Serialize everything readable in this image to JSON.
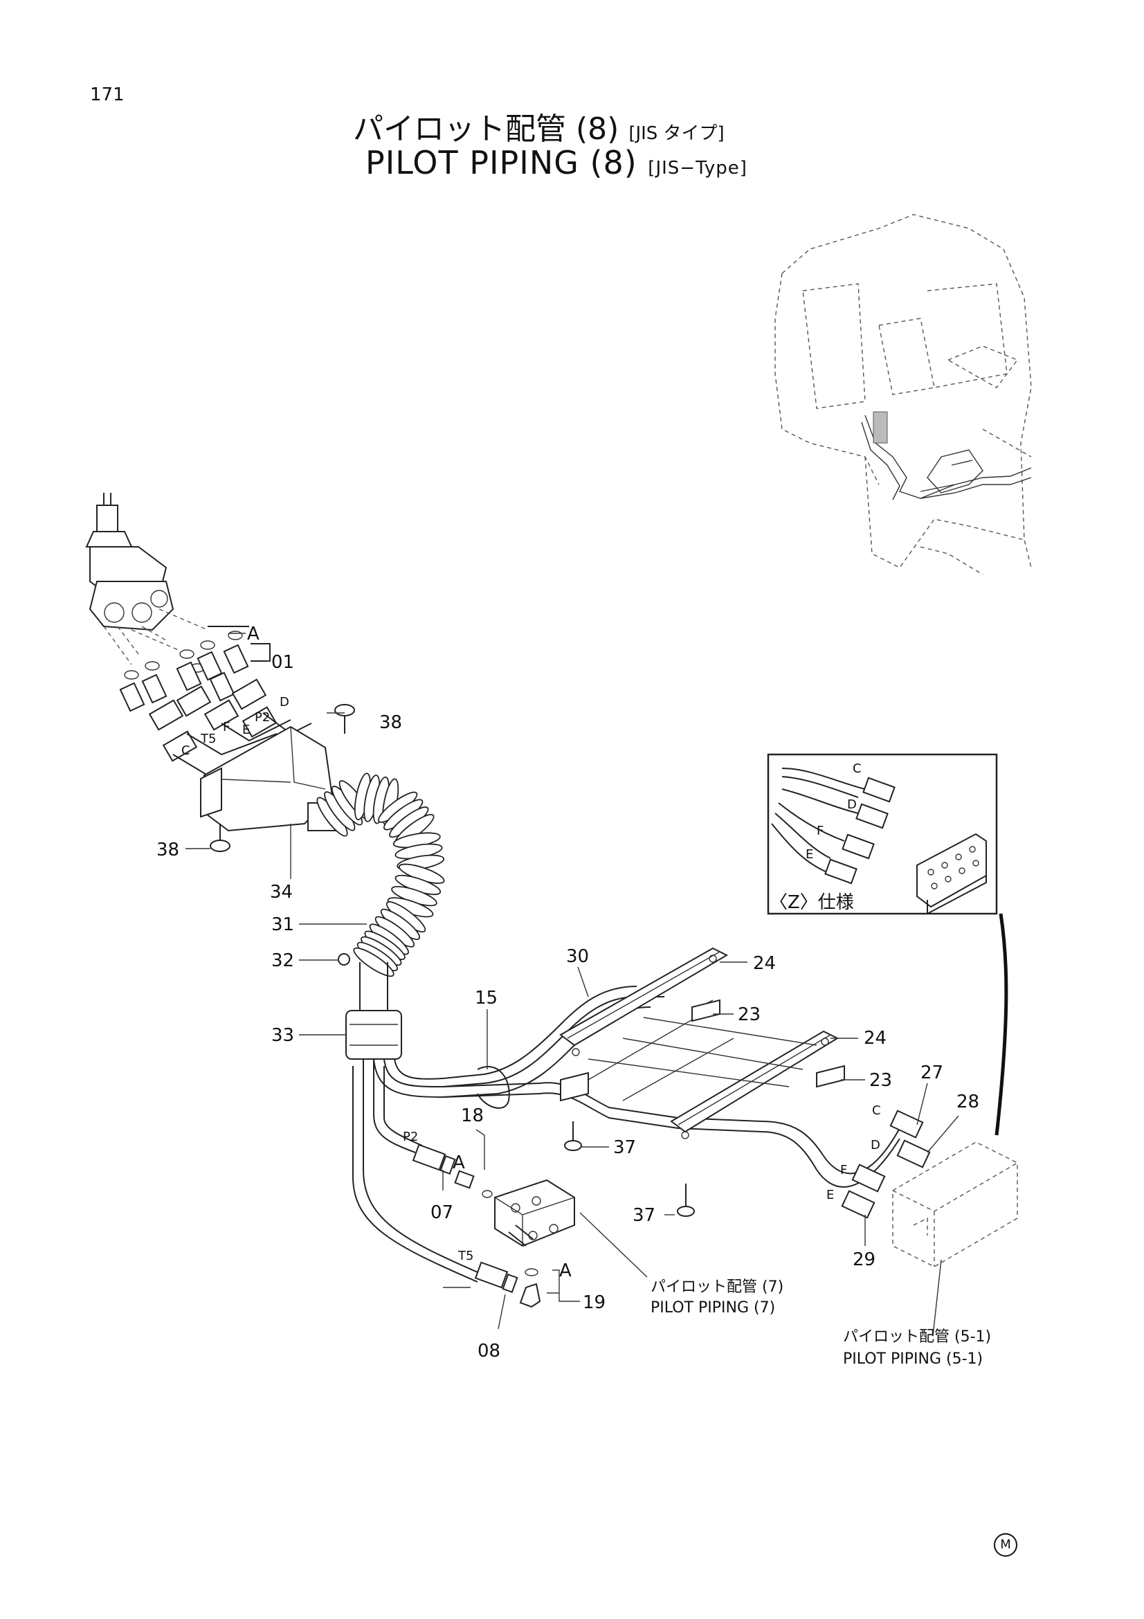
{
  "page_number": "171",
  "title_jp": "パイロット配管 (8)",
  "title_jp_suffix": "[JIS タイプ]",
  "title_en": "PILOT PIPING (8)",
  "title_en_suffix": "[JIS−Type]",
  "part_labels": {
    "p01": "01",
    "p07": "07",
    "p08": "08",
    "p15": "15",
    "p18": "18",
    "p19": "19",
    "p23a": "23",
    "p23b": "23",
    "p24a": "24",
    "p24b": "24",
    "p27": "27",
    "p28": "28",
    "p29": "29",
    "p30": "30",
    "p31": "31",
    "p32": "32",
    "p33": "33",
    "p34": "34",
    "p37a": "37",
    "p37b": "37",
    "p38a": "38",
    "p38b": "38"
  },
  "port_labels": {
    "a1": "A",
    "a2": "A",
    "a3": "A",
    "p2a": "P2",
    "p2b": "P2",
    "t5a": "T5",
    "t5b": "T5",
    "c1": "C",
    "c2": "C",
    "c3": "C",
    "d1": "D",
    "d2": "D",
    "d3": "D",
    "e1": "E",
    "e2": "E",
    "e3": "E",
    "f1": "F",
    "f2": "F",
    "f3": "F"
  },
  "inset_caption": "〈Z〉仕様",
  "references": {
    "ref7_jp": "パイロット配管 (7)",
    "ref7_en": "PILOT PIPING (7)",
    "ref51_jp": "パイロット配管 (5-1)",
    "ref51_en": "PILOT PIPING (5-1)"
  },
  "marker": "M"
}
